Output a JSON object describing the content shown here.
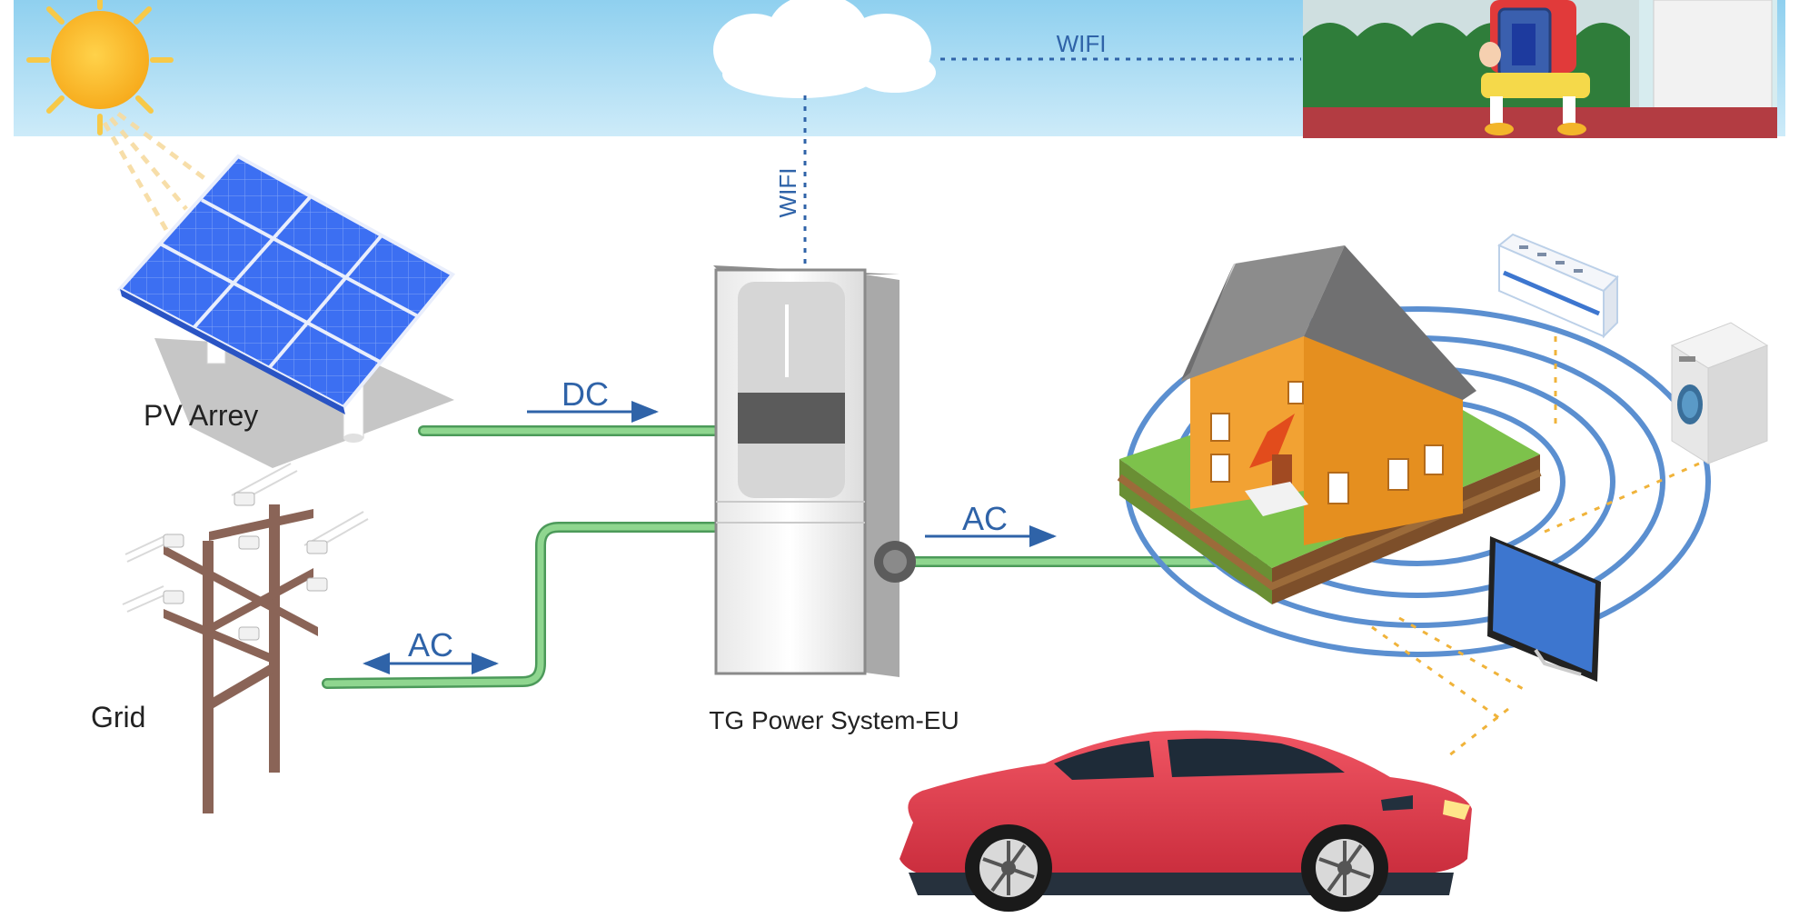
{
  "diagram": {
    "labels": {
      "pv_array": "PV Arrey",
      "grid": "Grid",
      "system": "TG Power System-EU",
      "dc": "DC",
      "ac_grid": "AC",
      "ac_house": "AC",
      "wifi_horizontal": "WIFI",
      "wifi_vertical": "WIFI"
    },
    "colors": {
      "sky_top": "#8fd0ef",
      "sky_bottom": "#c9e9f8",
      "cable": "#8fd68f",
      "cable_edge": "#4c9a5a",
      "arrow": "#2f63a8",
      "label_blue": "#2f63a8",
      "wifi_line": "#2f63a8",
      "rings": "#5b8fd0",
      "dotted_links": "#f0b33a",
      "solar_panel": "#3c6ff2",
      "car": "#e4404f",
      "pole": "#8a6457",
      "roof": "#6f6f70",
      "house_wall": "#f2a233",
      "lawn": "#7dc24b",
      "tv_screen": "#3d76cf"
    },
    "icons": [
      "sun-icon",
      "cloud-icon",
      "solar-panel-icon",
      "utility-pole-icon",
      "inverter-cabinet-icon",
      "house-icon",
      "air-conditioner-icon",
      "washing-machine-icon",
      "television-icon",
      "electric-car-icon",
      "person-with-tablet-icon"
    ]
  }
}
